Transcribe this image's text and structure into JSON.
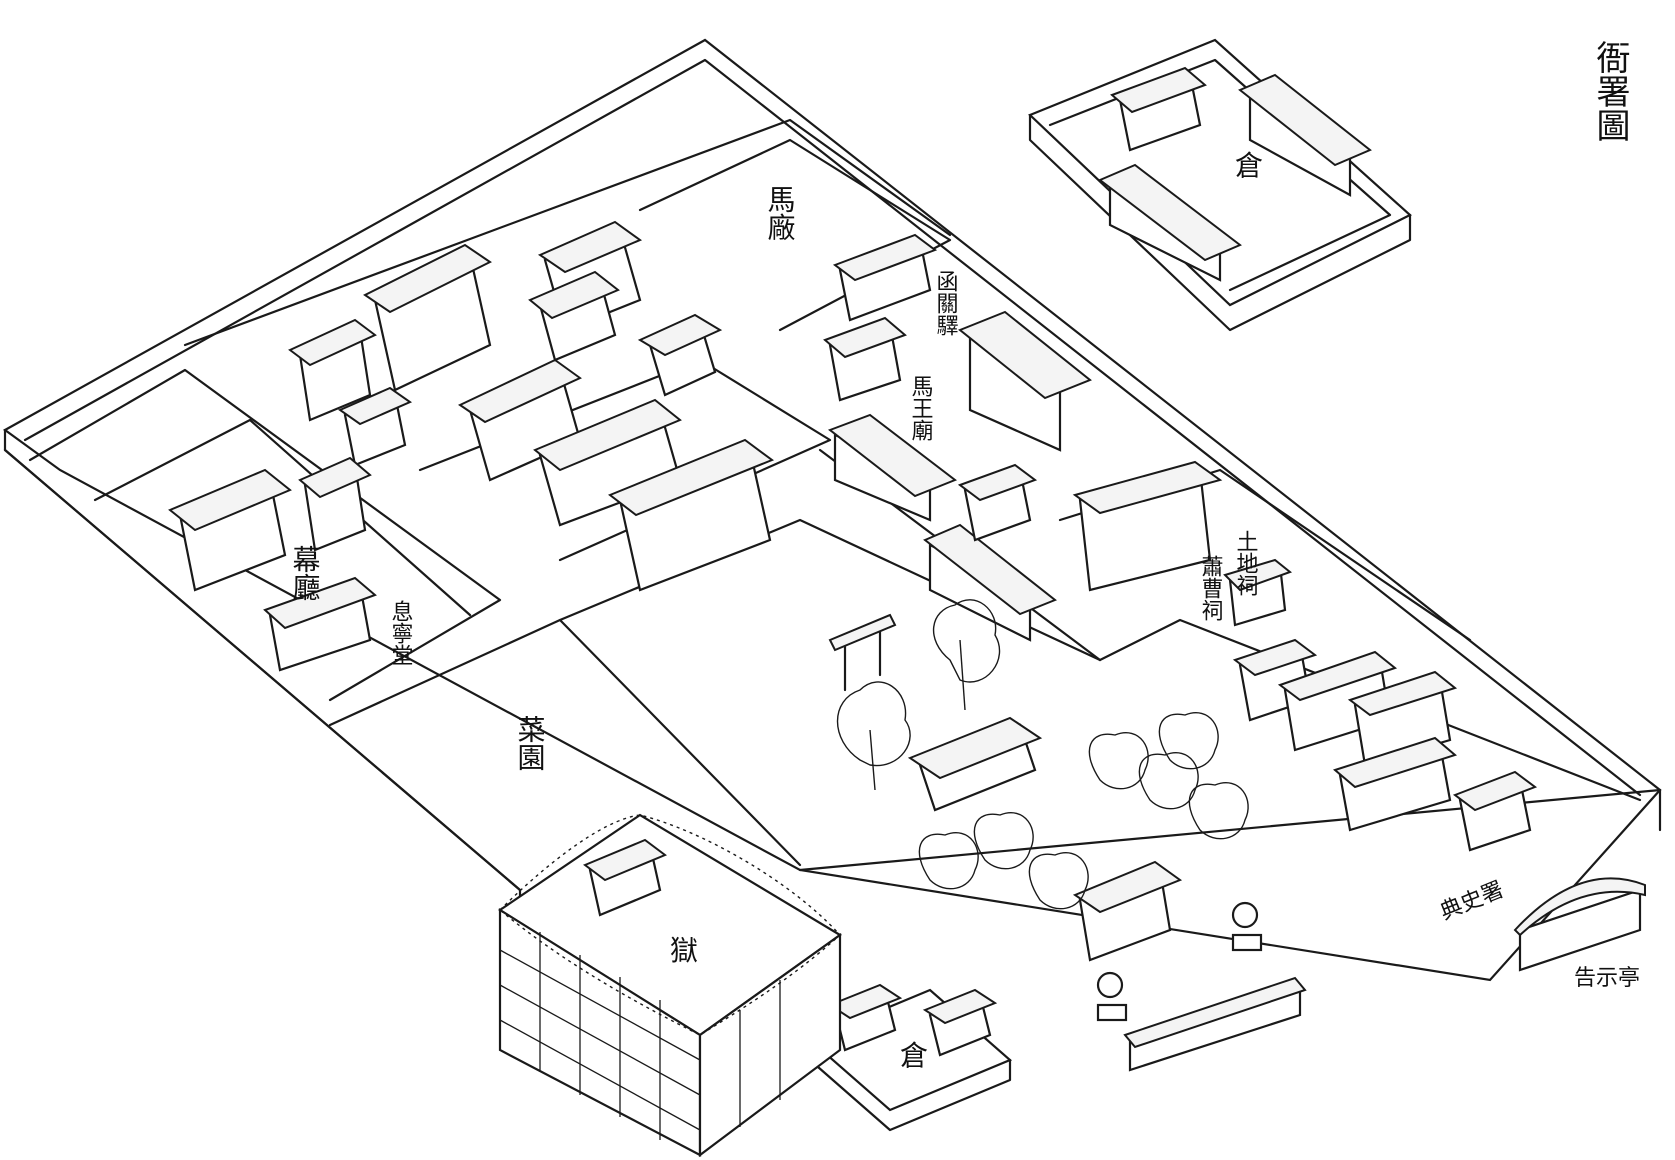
{
  "title": "衙署圖",
  "labels": {
    "horse_stable": "馬廠",
    "post_station": "函關驛",
    "horse_temple": "馬王廟",
    "curtain_hall": "幕廳",
    "rest_hall": "息寧堂",
    "vegetable_garden": "菜園",
    "earth_god_shrine": "土地祠",
    "xiao_cao_shrine": "蕭曹祠",
    "granary_top": "倉",
    "granary_bottom": "倉",
    "prison": "獄",
    "clerk_office": "典史署",
    "notice_pavilion": "告示亭"
  }
}
